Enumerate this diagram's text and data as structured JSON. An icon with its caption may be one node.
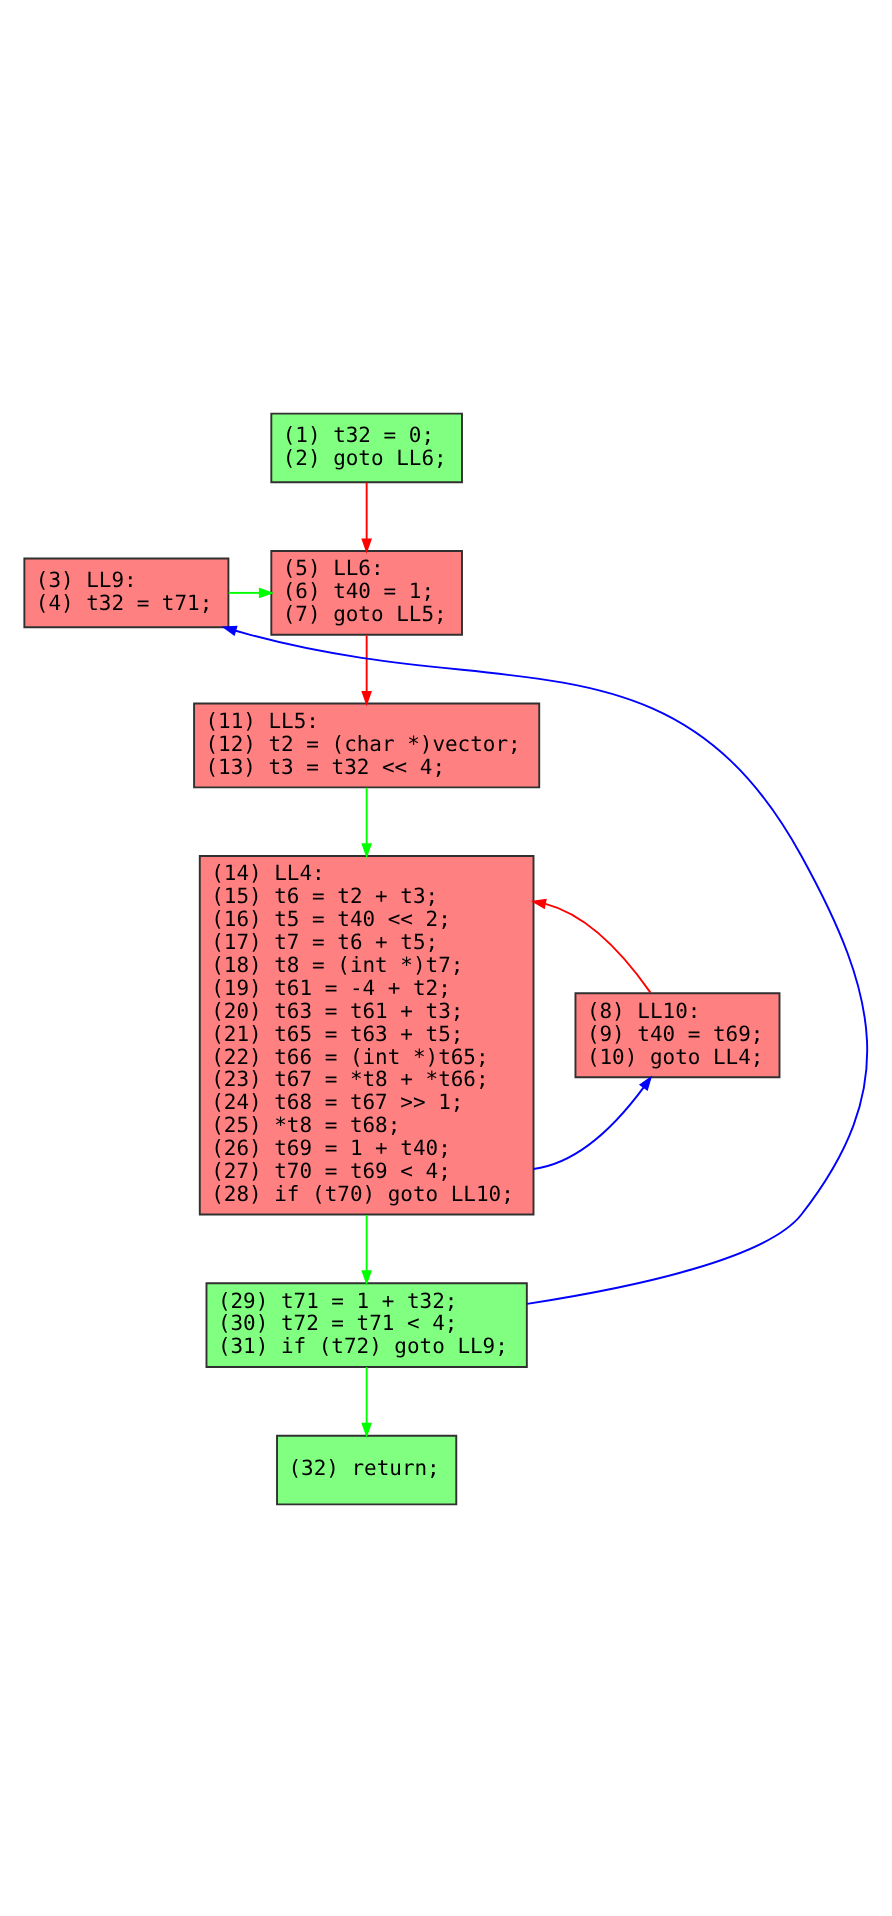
{
  "diagram": {
    "nodes": [
      {
        "text": [
          "(1) t32 = 0;",
          "(2) goto LL6;"
        ]
      },
      {
        "text": [
          "(3) LL9:",
          "(4) t32 = t71;"
        ]
      },
      {
        "text": [
          "(5) LL6:",
          "(6) t40 = 1;",
          "(7) goto LL5;"
        ]
      },
      {
        "text": [
          "(11) LL5:",
          "(12) t2 = (char *)vector;",
          "(13) t3 = t32 << 4;"
        ]
      },
      {
        "text": [
          "(14) LL4:",
          "(15) t6 = t2 + t3;",
          "(16) t5 = t40 << 2;",
          "(17) t7 = t6 + t5;",
          "(18) t8 = (int *)t7;",
          "(19) t61 = -4 + t2;",
          "(20) t63 = t61 + t3;",
          "(21) t65 = t63 + t5;",
          "(22) t66 = (int *)t65;",
          "(23) t67 = *t8 + *t66;",
          "(24) t68 = t67 >> 1;",
          "(25) *t8 = t68;",
          "(26) t69 = 1 + t40;",
          "(27) t70 = t69 < 4;",
          "(28) if (t70) goto LL10;"
        ]
      },
      {
        "text": [
          "(8) LL10:",
          "(9) t40 = t69;",
          "(10) goto LL4;"
        ]
      },
      {
        "text": [
          "(29) t71 = 1 + t32;",
          "(30) t72 = t71 < 4;",
          "(31) if (t72) goto LL9;"
        ]
      },
      {
        "text": [
          "(32) return;"
        ]
      }
    ],
    "edges": [
      {
        "from": 0,
        "to": 2,
        "arrow": "to",
        "color": "#ff0000"
      },
      {
        "from": 1,
        "to": 2,
        "arrow": "to",
        "color": "#00ff00"
      },
      {
        "from": 2,
        "to": 3,
        "arrow": "to",
        "color": "#ff0000"
      },
      {
        "from": 3,
        "to": 4,
        "arrow": "to",
        "color": "#00ff00"
      },
      {
        "from": 4,
        "to": 5,
        "arrow": "to",
        "color": "#0000ff"
      },
      {
        "from": 5,
        "to": 4,
        "arrow": "to",
        "color": "#ff0000"
      },
      {
        "from": 4,
        "to": 6,
        "arrow": "to",
        "color": "#00ff00"
      },
      {
        "from": 6,
        "to": 1,
        "arrow": "to",
        "color": "#0000ff"
      },
      {
        "from": 6,
        "to": 7,
        "arrow": "to",
        "color": "#00ff00"
      }
    ]
  }
}
